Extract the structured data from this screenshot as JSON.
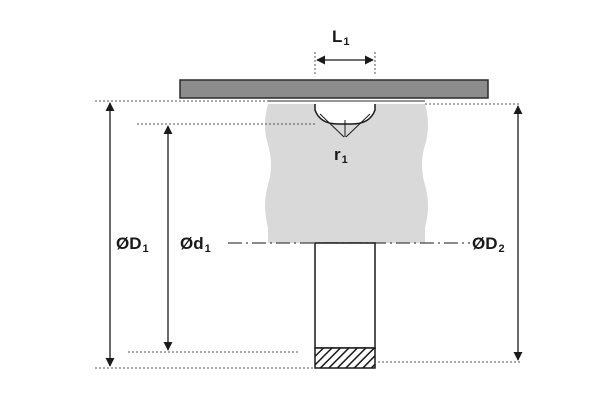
{
  "labels": {
    "L1": {
      "main": "L",
      "sub": "1"
    },
    "r1": {
      "main": "r",
      "sub": "1"
    },
    "D1": {
      "main": "ØD",
      "sub": "1"
    },
    "d1": {
      "main": "Ød",
      "sub": "1"
    },
    "D2": {
      "main": "ØD",
      "sub": "2"
    }
  },
  "colors": {
    "plate_fill": "#8c8c8c",
    "plate_stroke": "#2b2b2b",
    "body_fill": "#d9d9d9",
    "line": "#1a1a1a",
    "leader": "#555555"
  }
}
